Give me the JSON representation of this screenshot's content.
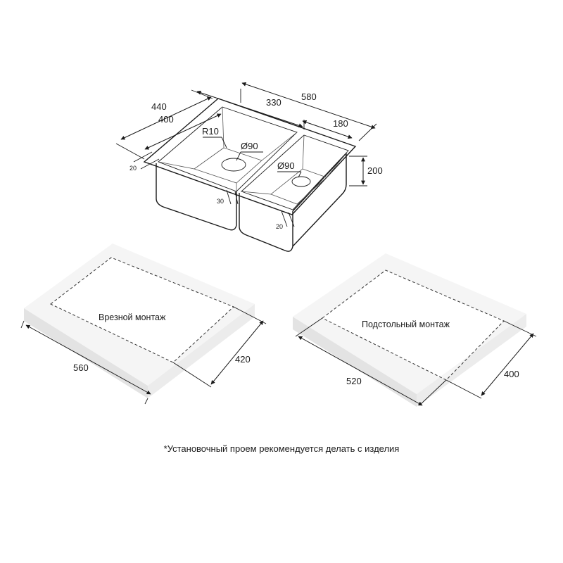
{
  "sink": {
    "dims": {
      "width_total": "580",
      "bowl_large_width": "330",
      "bowl_small_width": "180",
      "depth_outer": "440",
      "depth_inner": "400",
      "height": "200",
      "radius": "R10",
      "drain_large": "Ø90",
      "drain_small": "Ø90",
      "rim_left": "20",
      "rim_right": "20",
      "divider": "30"
    }
  },
  "mounting": {
    "top_mount": {
      "label": "Врезной монтаж",
      "width": "560",
      "depth": "420"
    },
    "under_mount": {
      "label": "Подстольный монтаж",
      "width": "520",
      "depth": "400"
    }
  },
  "footnote": "*Установочный проем рекомендуется делать с изделия"
}
